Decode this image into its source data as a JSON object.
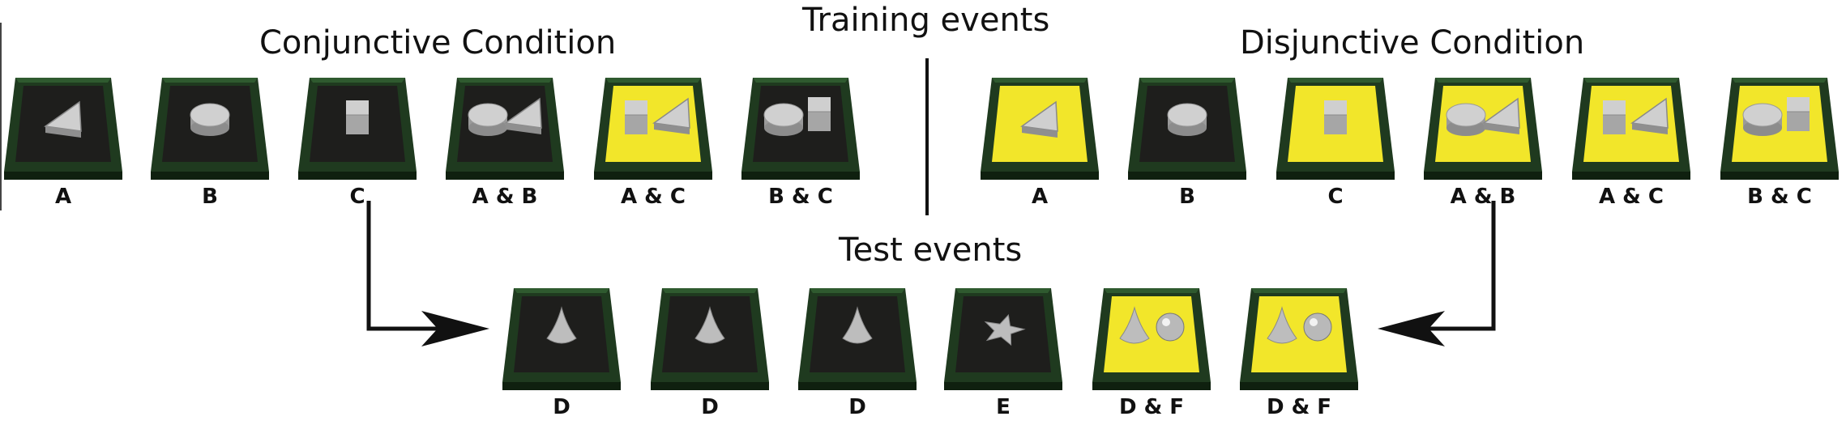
{
  "titles": {
    "training": "Training events",
    "test": "Test events",
    "conjunctive": "Conjunctive Condition",
    "disjunctive": "Disjunctive Condition"
  },
  "colors": {
    "frame": "#1f3a1f",
    "frame_light": "#2f5a2f",
    "off": "#1e1e1c",
    "on": "#f2e62a",
    "object": "#b5b5b5"
  },
  "conjunctive": [
    {
      "label": "A",
      "objects": [
        "triangle"
      ],
      "lit": false
    },
    {
      "label": "B",
      "objects": [
        "cylinder"
      ],
      "lit": false
    },
    {
      "label": "C",
      "objects": [
        "cube"
      ],
      "lit": false
    },
    {
      "label": "A & B",
      "objects": [
        "cylinder",
        "triangle"
      ],
      "lit": false
    },
    {
      "label": "A & C",
      "objects": [
        "cube",
        "triangle"
      ],
      "lit": true
    },
    {
      "label": "B & C",
      "objects": [
        "cylinder",
        "cube"
      ],
      "lit": false
    }
  ],
  "disjunctive": [
    {
      "label": "A",
      "objects": [
        "triangle"
      ],
      "lit": true
    },
    {
      "label": "B",
      "objects": [
        "cylinder"
      ],
      "lit": false
    },
    {
      "label": "C",
      "objects": [
        "cube"
      ],
      "lit": true
    },
    {
      "label": "A & B",
      "objects": [
        "cylinder",
        "triangle"
      ],
      "lit": true
    },
    {
      "label": "A & C",
      "objects": [
        "cube",
        "triangle"
      ],
      "lit": true
    },
    {
      "label": "B & C",
      "objects": [
        "cylinder",
        "cube"
      ],
      "lit": true
    }
  ],
  "test": [
    {
      "label": "D",
      "objects": [
        "cone"
      ],
      "lit": false
    },
    {
      "label": "D",
      "objects": [
        "cone"
      ],
      "lit": false
    },
    {
      "label": "D",
      "objects": [
        "cone"
      ],
      "lit": false
    },
    {
      "label": "E",
      "objects": [
        "star"
      ],
      "lit": false
    },
    {
      "label": "D & F",
      "objects": [
        "cone",
        "sphere"
      ],
      "lit": true
    },
    {
      "label": "D & F",
      "objects": [
        "cone",
        "sphere"
      ],
      "lit": true
    }
  ]
}
